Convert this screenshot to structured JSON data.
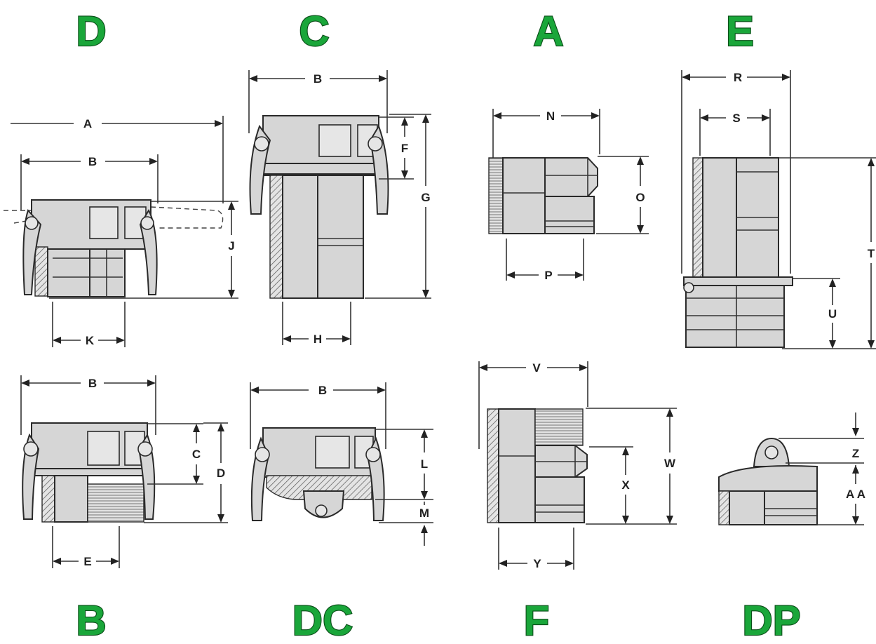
{
  "types": {
    "D": "D",
    "C": "C",
    "A": "A",
    "E": "E",
    "B": "B",
    "DC": "DC",
    "F": "F",
    "DP": "DP"
  },
  "dims": {
    "D": {
      "A": "A",
      "B": "B",
      "J": "J",
      "K": "K"
    },
    "C": {
      "B": "B",
      "F": "F",
      "G": "G",
      "H": "H"
    },
    "A": {
      "N": "N",
      "O": "O",
      "P": "P"
    },
    "E": {
      "R": "R",
      "S": "S",
      "T": "T",
      "U": "U"
    },
    "B": {
      "B": "B",
      "C": "C",
      "D": "D",
      "E": "E"
    },
    "DC": {
      "B": "B",
      "L": "L",
      "M": "M"
    },
    "F": {
      "V": "V",
      "W": "W",
      "X": "X",
      "Y": "Y"
    },
    "DP": {
      "Z": "Z",
      "AA": "A A"
    }
  },
  "colors": {
    "label_fill": "#1aa63a",
    "label_stroke": "#0a4d18",
    "body_fill": "#d6d6d6",
    "line": "#2a2a2a"
  }
}
